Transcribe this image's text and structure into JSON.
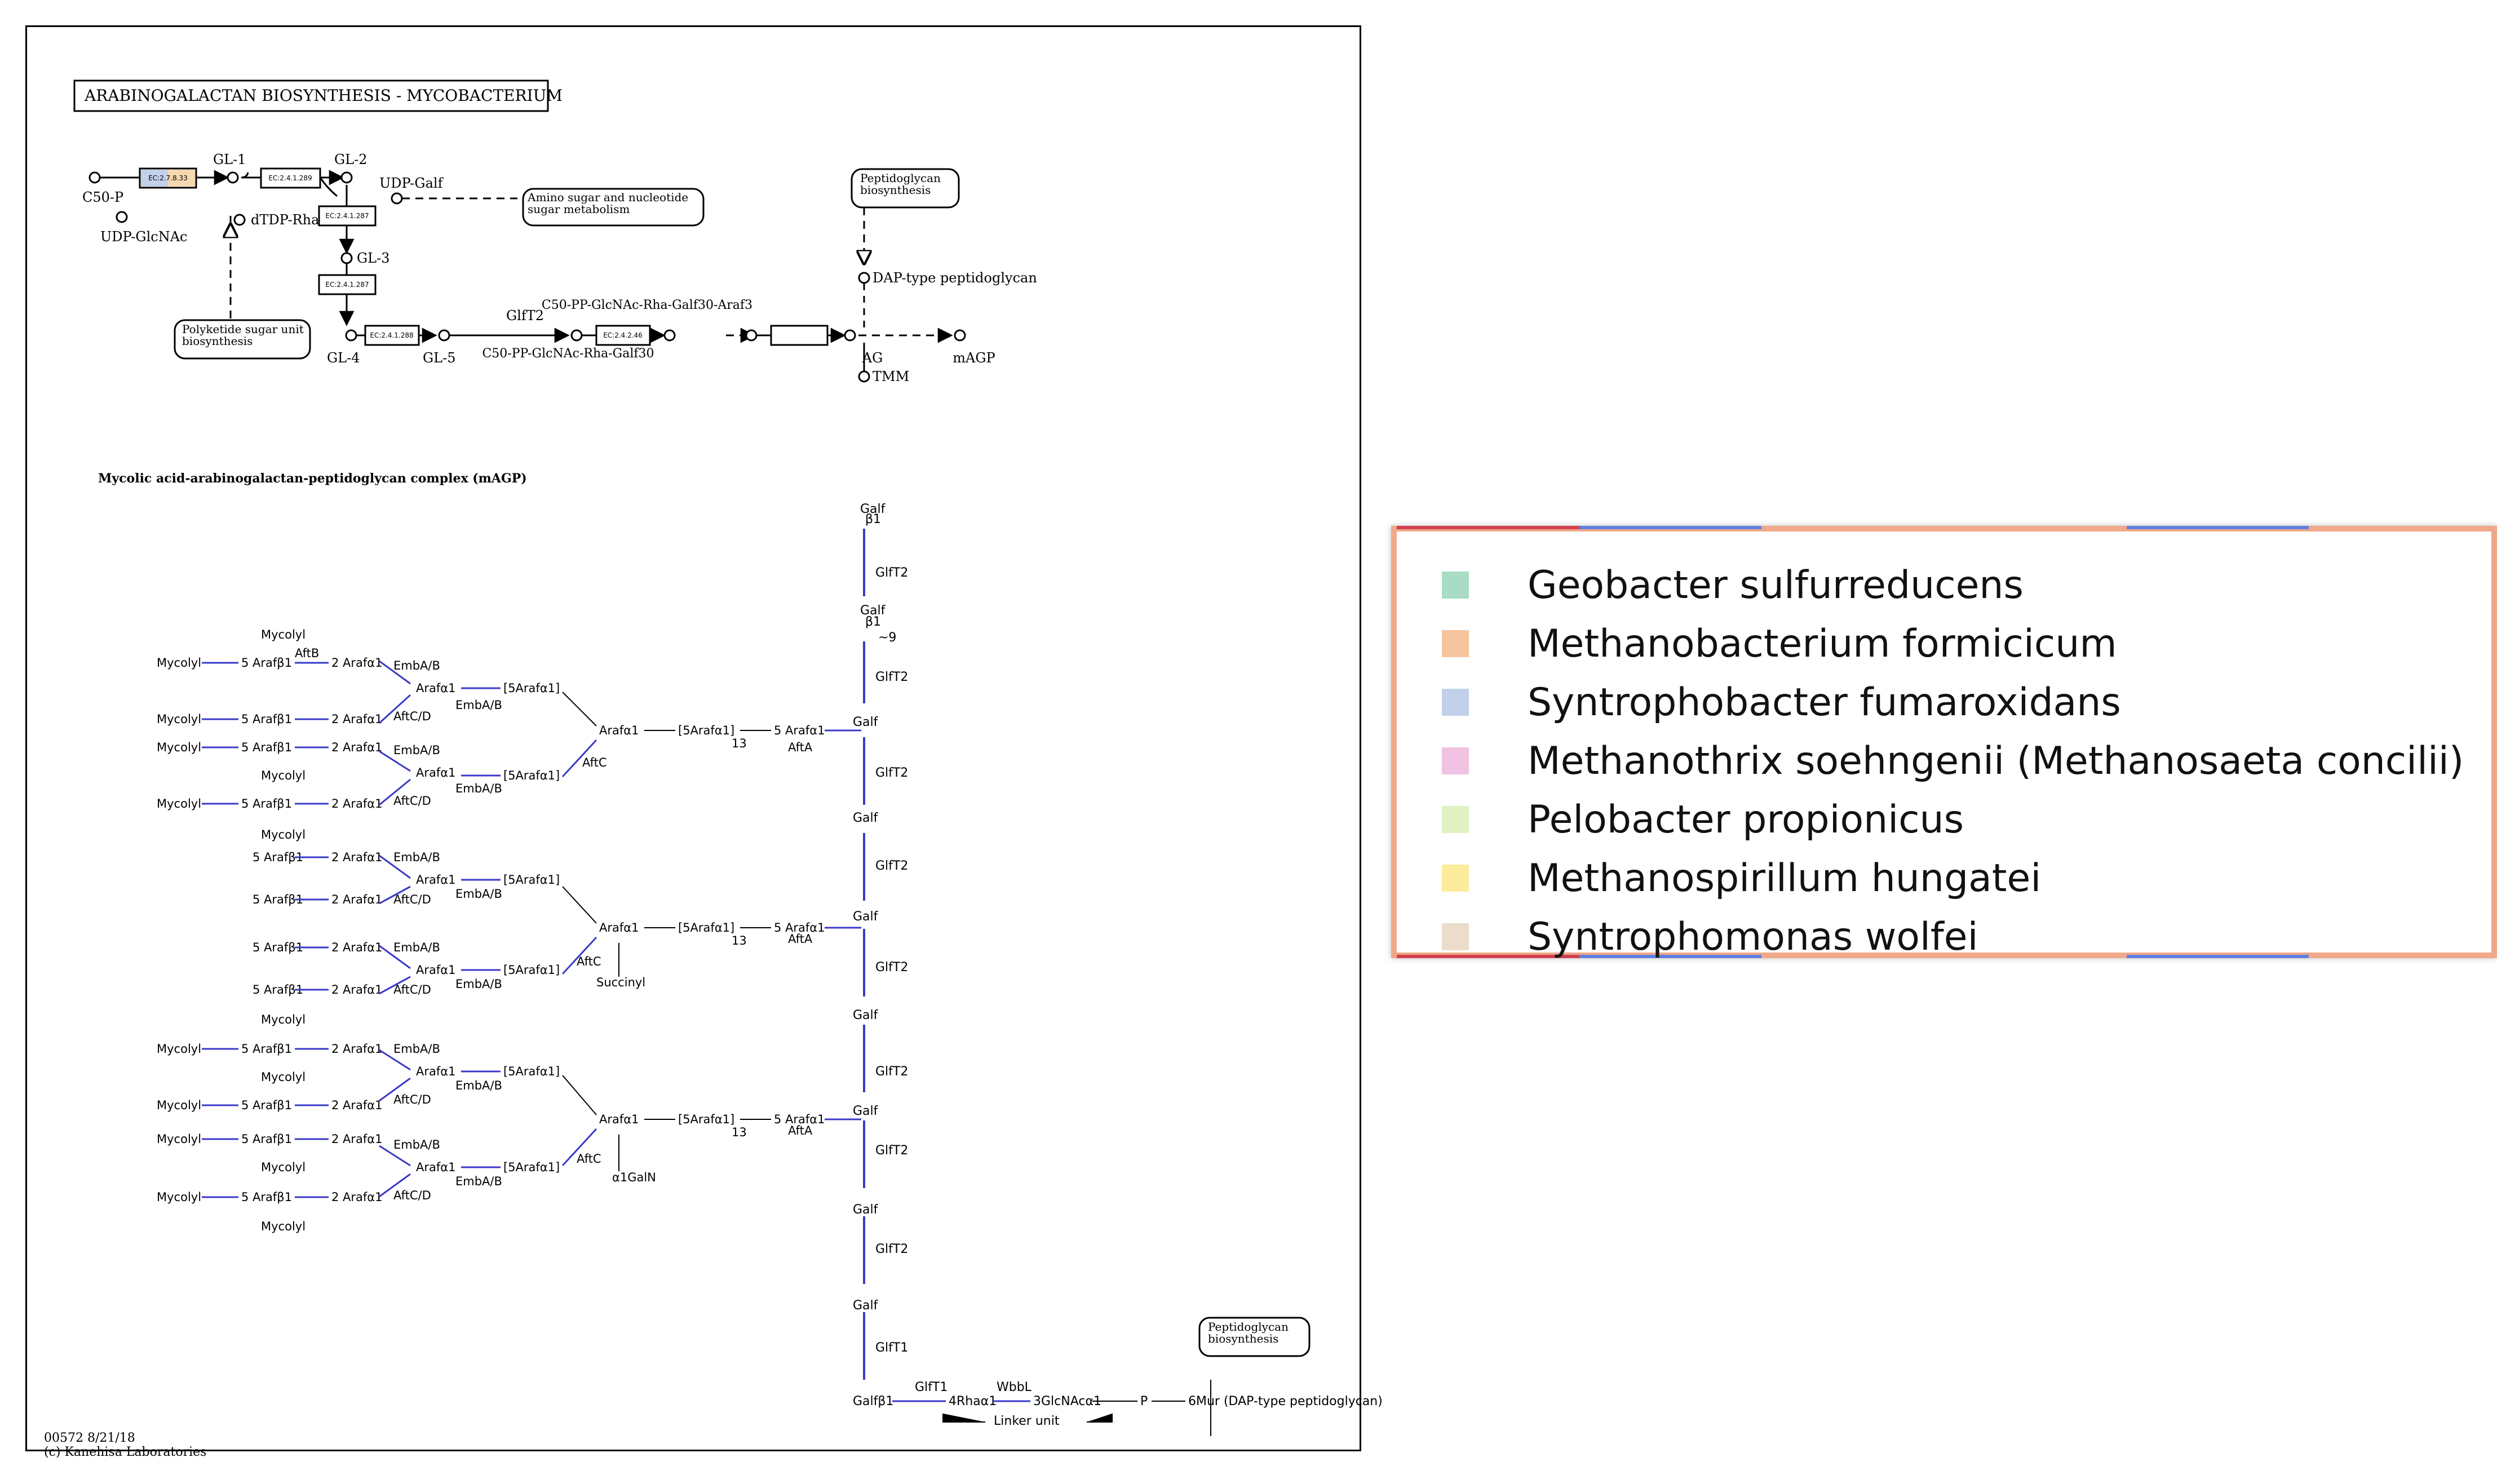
{
  "map": {
    "title": "ARABINOGALACTAN BIOSYNTHESIS - MYCOBACTERIUM",
    "footer_id": "00572 8/21/18",
    "footer_copyright": "(c) Kanehisa Laboratories",
    "compounds": {
      "c50p": "C50-P",
      "udp_glcnac": "UDP-GlcNAc",
      "gl1": "GL-1",
      "gl2": "GL-2",
      "gl3": "GL-3",
      "gl4": "GL-4",
      "gl5": "GL-5",
      "udp_galf": "UDP-Galf",
      "dtdp_rha": "dTDP-Rha",
      "glft2": "GlfT2",
      "int1": "C50-PP-GlcNAc-Rha-Galf30",
      "int2": "C50-PP-GlcNAc-Rha-Galf30-Araf3",
      "ag": "AG",
      "magp": "mAGP",
      "tmm": "TMM",
      "dap_pg": "DAP-type peptidoglycan"
    },
    "maps": {
      "amino_sugar": "Amino sugar and nucleotide sugar metabolism",
      "peptidoglycan_top": "Peptidoglycan biosynthesis",
      "polyketide": "Polyketide sugar unit biosynthesis",
      "peptidoglycan_bottom": "Peptidoglycan biosynthesis"
    },
    "enzymes": {
      "e1": "EC:2.7.8.33",
      "e2": "EC:2.4.1.289",
      "e3": "EC:2.4.1.287",
      "e4": "EC:2.4.1.287",
      "e5": "EC:2.4.1.288",
      "e6": "EC:2.4.2.46"
    },
    "complex_title": "Mycolic acid-arabinogalactan-peptidoglycan complex (mAGP)",
    "complex": {
      "mycolyl": "Mycolyl",
      "araf_b1_5": "5 Arafβ1",
      "araf_a1_2": "2 Arafα1",
      "araf_a1": "Arafα1",
      "araf_a1_5": "[5Arafα1]",
      "araf_a1_5b": "5 Arafα1",
      "araf_a1_5c": "[5Arafα1]",
      "aftb": "AftB",
      "embab": "EmbA/B",
      "aftcd": "AftC/D",
      "aftc": "AftC",
      "afta": "AftA",
      "n13": "13",
      "n3": "3",
      "n5": "5",
      "n6": "6",
      "n2": "2",
      "n9": "~9",
      "galf": "Galf",
      "b1": "β1",
      "glft2": "GlfT2",
      "glft1": "GlfT1",
      "succinyl": "Succinyl",
      "galn": "α1GalN",
      "rha": "4Rhaα1",
      "glcnac": "3GlcNAcα1",
      "p": "P",
      "mur": "6Mur (DAP-type peptidoglycan)",
      "wbbl": "WbbL",
      "linker": "Linker unit",
      "galf_b1": "Galfβ1"
    }
  },
  "legend": {
    "items": [
      {
        "label": "Geobacter sulfurreducens",
        "color": "#a8dcc4"
      },
      {
        "label": "Methanobacterium formicicum",
        "color": "#f6c49e"
      },
      {
        "label": "Syntrophobacter fumaroxidans",
        "color": "#c2d0ea"
      },
      {
        "label": "Methanothrix soehngenii (Methanosaeta concilii)",
        "color": "#f2c2e2"
      },
      {
        "label": "Pelobacter propionicus",
        "color": "#e0f2c2"
      },
      {
        "label": "Methanospirillum hungatei",
        "color": "#fcec9c"
      },
      {
        "label": "Syntrophomonas wolfei",
        "color": "#ecdccc"
      }
    ],
    "strip_colors": [
      "#d04050",
      "#6080e0",
      "#f0a888",
      "#f0a888",
      "#6080e0",
      "#f0a888"
    ]
  }
}
